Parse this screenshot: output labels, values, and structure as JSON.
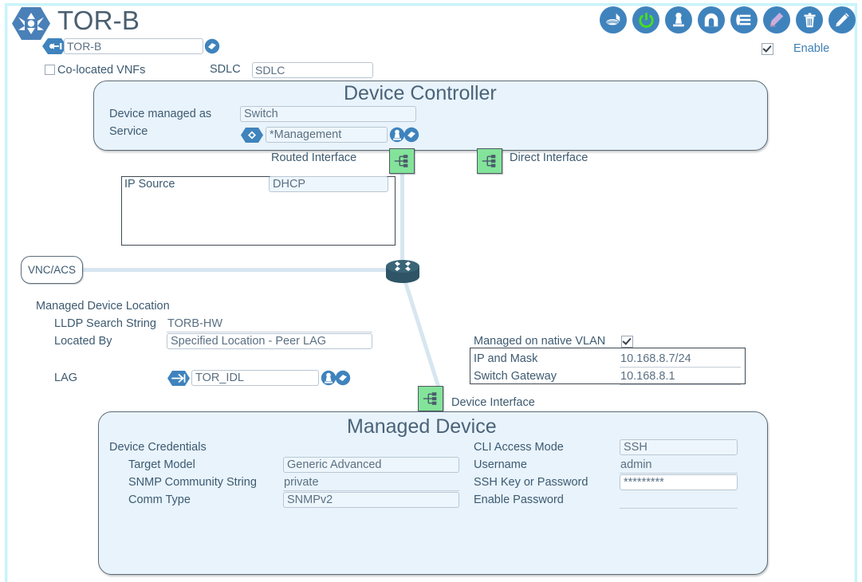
{
  "header": {
    "title": "TOR-B",
    "name_value": "TOR-B",
    "colocated_label": "Co-located VNFs",
    "colocated_checked": false,
    "sdlc_label": "SDLC",
    "sdlc_value": "SDLC",
    "enable_label": "Enable",
    "enable_checked": true,
    "logo_icon": "hexagon-logo-icon",
    "name_hex_icon": "hexagon-link-icon",
    "name_eraser_icon": "eraser-icon"
  },
  "toolbar": {
    "buttons": [
      {
        "name": "stack-document-icon",
        "title": "Stack"
      },
      {
        "name": "power-icon",
        "title": "Power"
      },
      {
        "name": "stamp-icon",
        "title": "Stamp"
      },
      {
        "name": "arch-tunnel-icon",
        "title": "Tunnel"
      },
      {
        "name": "list-menu-icon",
        "title": "List"
      },
      {
        "name": "highlighter-icon",
        "title": "Highlight"
      },
      {
        "name": "trash-icon",
        "title": "Delete"
      },
      {
        "name": "pencil-edit-icon",
        "title": "Edit"
      }
    ]
  },
  "device_controller": {
    "title": "Device Controller",
    "managed_as_label": "Device managed as",
    "managed_as_value": "Switch",
    "service_label": "Service",
    "service_value": "*Management",
    "service_hex_icon": "hexagon-diamond-icon",
    "service_stamp_icon": "stamp-icon",
    "service_eraser_icon": "eraser-icon"
  },
  "interfaces": {
    "routed_label": "Routed Interface",
    "direct_label": "Direct Interface",
    "device_label": "Device Interface",
    "icon": "network-interface-icon"
  },
  "ip_source": {
    "label": "IP Source",
    "value": "DHCP"
  },
  "vnc_acs": {
    "label": "VNC/ACS"
  },
  "router": {
    "icon": "router-icon"
  },
  "location": {
    "section_label": "Managed Device Location",
    "lldp_label": "LLDP Search String",
    "lldp_value": "TORB-HW",
    "located_by_label": "Located By",
    "located_by_value": "Specified Location - Peer LAG",
    "lag_label": "LAG",
    "lag_value": "TOR_IDL",
    "lag_arrow_icon": "arrow-right-hex-icon",
    "lag_stamp_icon": "stamp-icon",
    "lag_eraser_icon": "eraser-icon"
  },
  "native_vlan": {
    "label": "Managed on native VLAN",
    "checked": true,
    "rows": [
      {
        "label": "IP and Mask",
        "value": "10.168.8.7/24"
      },
      {
        "label": "Switch Gateway",
        "value": "10.168.8.1"
      }
    ]
  },
  "managed_device": {
    "title": "Managed Device",
    "credentials_label": "Device Credentials",
    "left_rows": [
      {
        "label": "Target Model",
        "value": "Generic Advanced"
      },
      {
        "label": "SNMP Community String",
        "value": "private"
      },
      {
        "label": "Comm Type",
        "value": "SNMPv2"
      }
    ],
    "right_rows": [
      {
        "label": "CLI Access Mode",
        "value": "SSH"
      },
      {
        "label": "Username",
        "value": "admin"
      },
      {
        "label": "SSH Key or Password",
        "value": "*********"
      },
      {
        "label": "Enable Password",
        "value": ""
      }
    ]
  },
  "colors": {
    "panel_bg": "#e8f3fc",
    "accent_blue": "#3f83bd",
    "interface_green": "#83e39a",
    "text": "#3d5a70",
    "frame": "#c8f4fb"
  }
}
